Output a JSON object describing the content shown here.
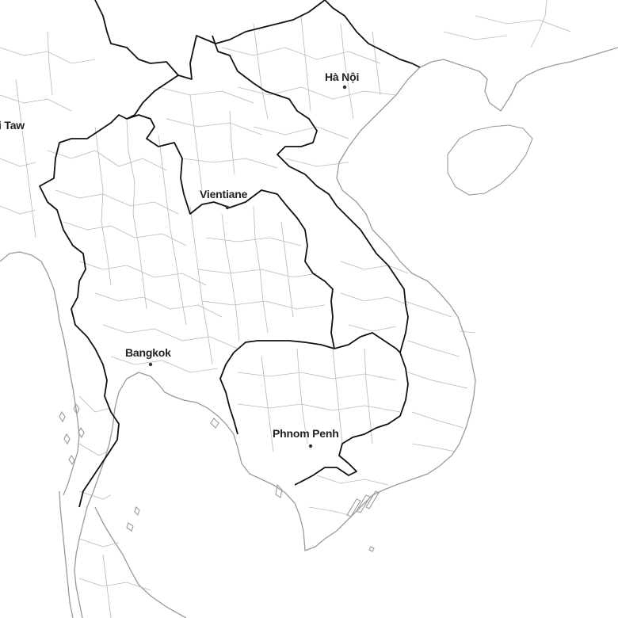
{
  "map": {
    "labels": {
      "hanoi": "Hà Nội",
      "vientiane": "Vientiane",
      "bangkok": "Bangkok",
      "phnom_penh": "Phnom Penh",
      "naypyitaw_fragment": "i Taw"
    }
  }
}
